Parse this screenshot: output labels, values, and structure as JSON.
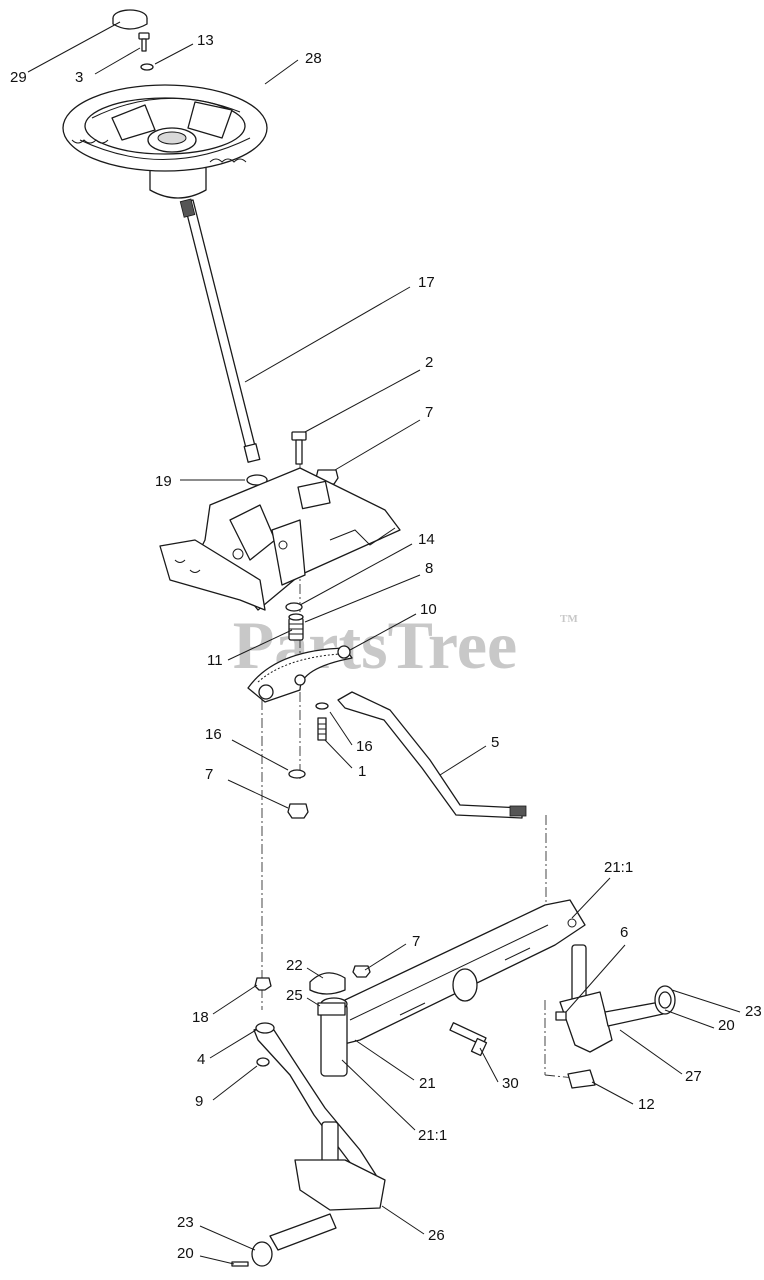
{
  "watermark": {
    "text": "PartsTree",
    "trademark": "TM",
    "color": "#c8c8c8"
  },
  "callouts": [
    {
      "label": "29"
    },
    {
      "label": "3"
    },
    {
      "label": "13"
    },
    {
      "label": "28"
    },
    {
      "label": "17"
    },
    {
      "label": "2"
    },
    {
      "label": "7"
    },
    {
      "label": "19"
    },
    {
      "label": "14"
    },
    {
      "label": "8"
    },
    {
      "label": "11"
    },
    {
      "label": "10"
    },
    {
      "label": "16"
    },
    {
      "label": "16"
    },
    {
      "label": "1"
    },
    {
      "label": "5"
    },
    {
      "label": "7"
    },
    {
      "label": "21:1"
    },
    {
      "label": "6"
    },
    {
      "label": "7"
    },
    {
      "label": "22"
    },
    {
      "label": "25"
    },
    {
      "label": "18"
    },
    {
      "label": "4"
    },
    {
      "label": "21"
    },
    {
      "label": "30"
    },
    {
      "label": "23"
    },
    {
      "label": "20"
    },
    {
      "label": "27"
    },
    {
      "label": "9"
    },
    {
      "label": "12"
    },
    {
      "label": "21:1"
    },
    {
      "label": "26"
    },
    {
      "label": "23"
    },
    {
      "label": "20"
    }
  ]
}
